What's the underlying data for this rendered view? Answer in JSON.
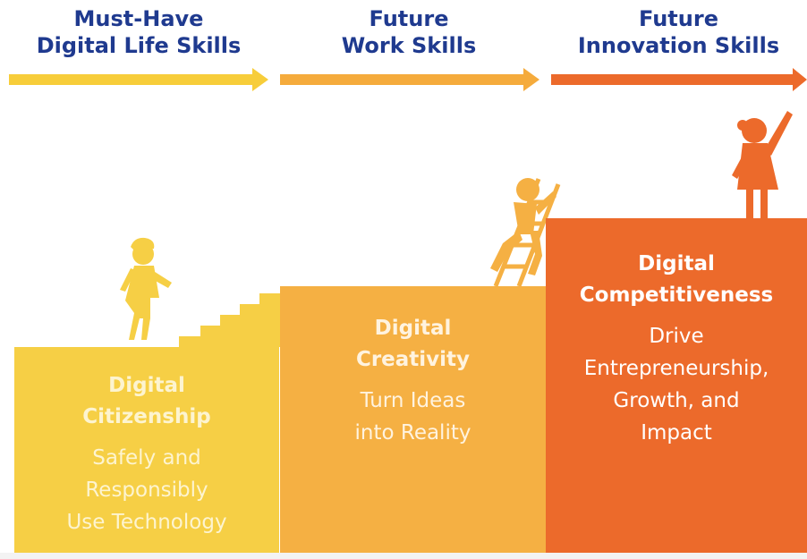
{
  "headers": [
    {
      "line1": "Must-Have",
      "line2": "Digital Life Skills"
    },
    {
      "line1": "Future",
      "line2": "Work Skills"
    },
    {
      "line1": "Future",
      "line2": "Innovation Skills"
    }
  ],
  "colors": {
    "heading": "#1f3a8f",
    "arrow1": "#f7cd3a",
    "arrow2": "#f5ab3c",
    "arrow3": "#ec6a2b",
    "block1": "#f6cf45",
    "block2": "#f5b043",
    "block3": "#ec6a2b"
  },
  "steps": [
    {
      "title1": "Digital",
      "title2": "Citizenship",
      "desc1": "Safely and",
      "desc2": "Responsibly",
      "desc3": "Use Technology"
    },
    {
      "title1": "Digital",
      "title2": "Creativity",
      "desc1": "Turn Ideas",
      "desc2": "into Reality"
    },
    {
      "title1": "Digital",
      "title2": "Competitiveness",
      "desc1": "Drive",
      "desc2": "Entrepreneurship,",
      "desc3": "Growth, and",
      "desc4": "Impact"
    }
  ]
}
